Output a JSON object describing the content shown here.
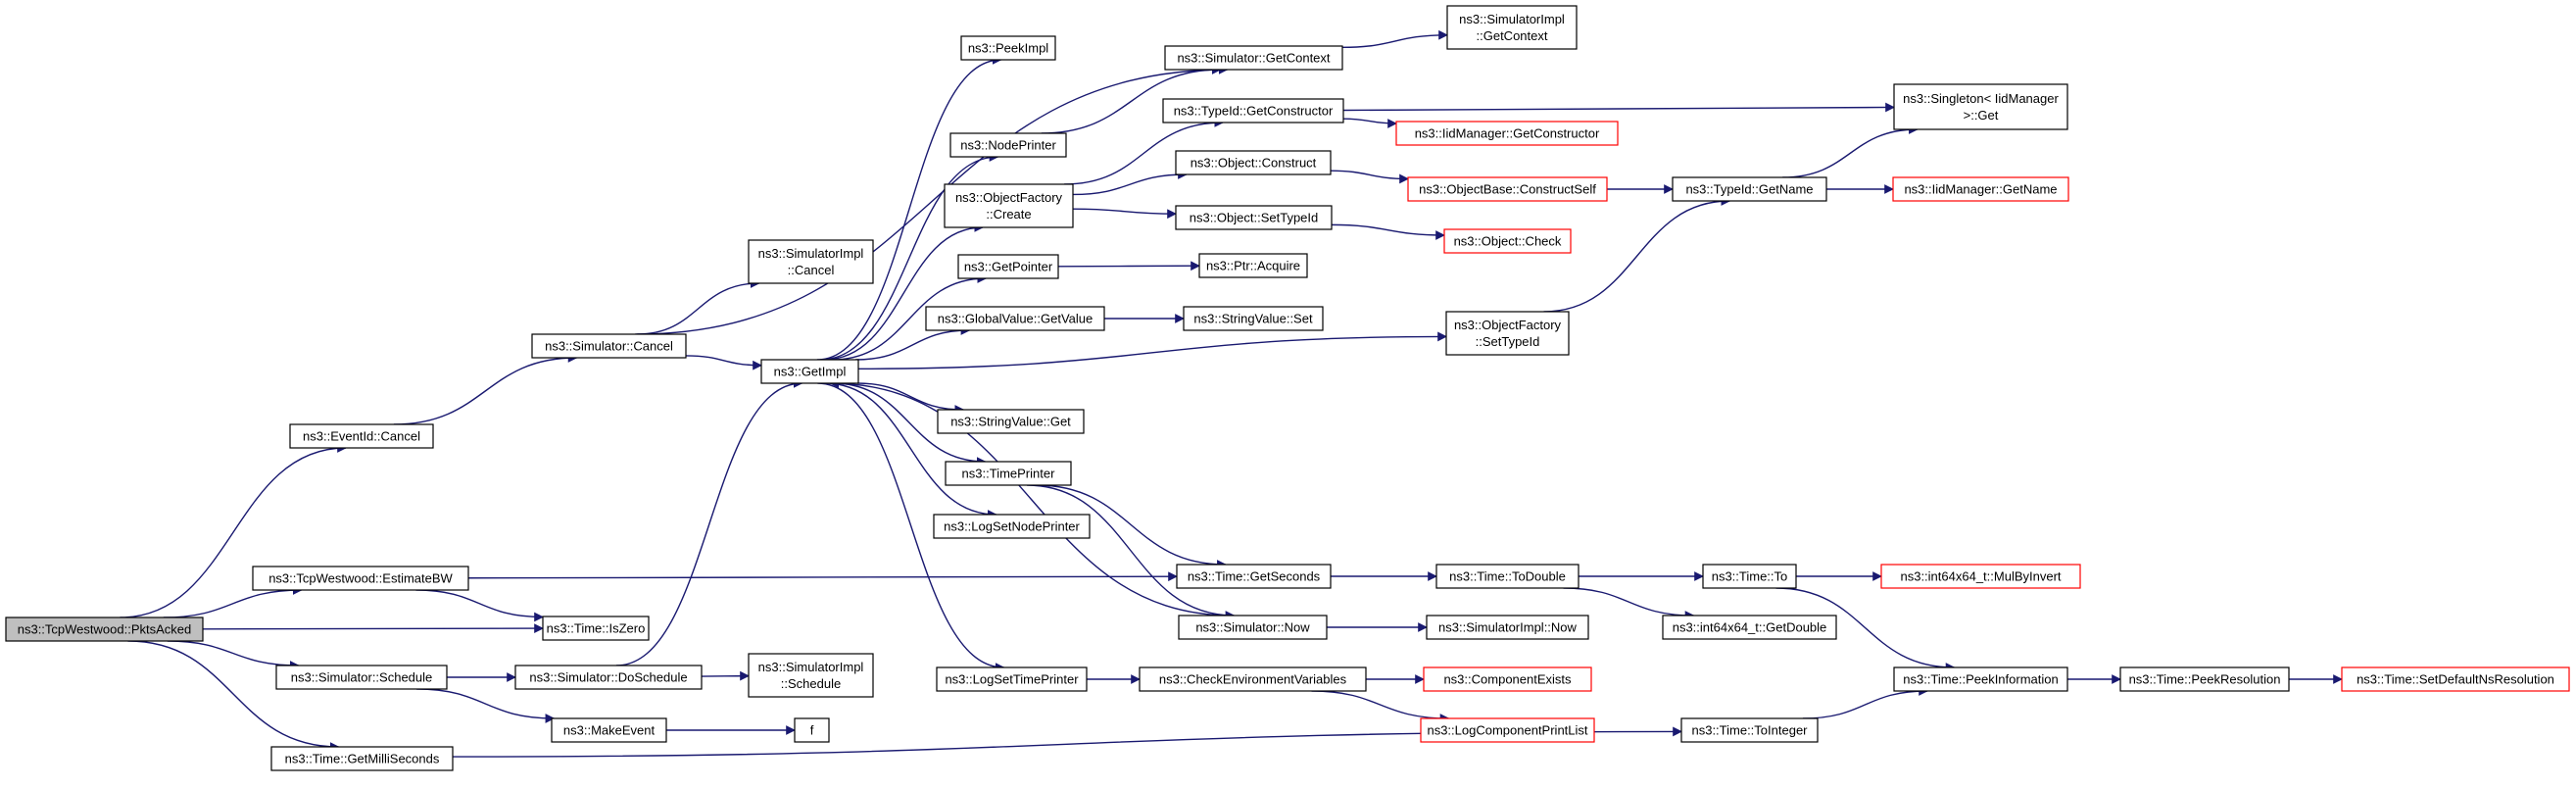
{
  "colors": {
    "edge": "#191970",
    "node_border": "#000000",
    "truncated_node_border": "#ff0000",
    "root_fill": "#bfbfbf"
  },
  "nodes": [
    {
      "id": "pktsacked",
      "lines": [
        "ns3::TcpWestwood::PktsAcked"
      ],
      "style": "root"
    },
    {
      "id": "eventid_cancel",
      "lines": [
        "ns3::EventId::Cancel"
      ]
    },
    {
      "id": "estimatebw",
      "lines": [
        "ns3::TcpWestwood::EstimateBW"
      ]
    },
    {
      "id": "sim_schedule",
      "lines": [
        "ns3::Simulator::Schedule"
      ]
    },
    {
      "id": "getmilliseconds",
      "lines": [
        "ns3::Time::GetMilliSeconds"
      ]
    },
    {
      "id": "sim_cancel",
      "lines": [
        "ns3::Simulator::Cancel"
      ]
    },
    {
      "id": "time_iszero",
      "lines": [
        "ns3::Time::IsZero"
      ]
    },
    {
      "id": "doschedule",
      "lines": [
        "ns3::Simulator::DoSchedule"
      ]
    },
    {
      "id": "makeevent",
      "lines": [
        "ns3::MakeEvent"
      ]
    },
    {
      "id": "impl_cancel",
      "lines": [
        "ns3::SimulatorImpl",
        "::Cancel"
      ]
    },
    {
      "id": "getimpl",
      "lines": [
        "ns3::GetImpl"
      ]
    },
    {
      "id": "impl_schedule",
      "lines": [
        "ns3::SimulatorImpl",
        "::Schedule"
      ]
    },
    {
      "id": "f",
      "lines": [
        "f"
      ]
    },
    {
      "id": "peekimpl",
      "lines": [
        "ns3::PeekImpl"
      ]
    },
    {
      "id": "nodeprinter",
      "lines": [
        "ns3::NodePrinter"
      ]
    },
    {
      "id": "of_create",
      "lines": [
        "ns3::ObjectFactory",
        "::Create"
      ]
    },
    {
      "id": "getpointer",
      "lines": [
        "ns3::GetPointer"
      ]
    },
    {
      "id": "gv_getvalue",
      "lines": [
        "ns3::GlobalValue::GetValue"
      ]
    },
    {
      "id": "sv_get",
      "lines": [
        "ns3::StringValue::Get"
      ]
    },
    {
      "id": "timeprinter",
      "lines": [
        "ns3::TimePrinter"
      ]
    },
    {
      "id": "logsetnodeprinter",
      "lines": [
        "ns3::LogSetNodePrinter"
      ]
    },
    {
      "id": "logsettimeprinter",
      "lines": [
        "ns3::LogSetTimePrinter"
      ]
    },
    {
      "id": "sim_getcontext",
      "lines": [
        "ns3::Simulator::GetContext"
      ]
    },
    {
      "id": "typeid_getconstructor",
      "lines": [
        "ns3::TypeId::GetConstructor"
      ]
    },
    {
      "id": "obj_construct",
      "lines": [
        "ns3::Object::Construct"
      ]
    },
    {
      "id": "obj_settypeid",
      "lines": [
        "ns3::Object::SetTypeId"
      ]
    },
    {
      "id": "ptr_acquire",
      "lines": [
        "ns3::Ptr::Acquire"
      ]
    },
    {
      "id": "sv_set",
      "lines": [
        "ns3::StringValue::Set"
      ]
    },
    {
      "id": "time_getseconds",
      "lines": [
        "ns3::Time::GetSeconds"
      ]
    },
    {
      "id": "sim_now",
      "lines": [
        "ns3::Simulator::Now"
      ]
    },
    {
      "id": "checkenv",
      "lines": [
        "ns3::CheckEnvironmentVariables"
      ]
    },
    {
      "id": "impl_getcontext",
      "lines": [
        "ns3::SimulatorImpl",
        "::GetContext"
      ]
    },
    {
      "id": "iidmgr_getconstructor",
      "lines": [
        "ns3::IidManager::GetConstructor"
      ],
      "style": "red"
    },
    {
      "id": "objbase_constructself",
      "lines": [
        "ns3::ObjectBase::ConstructSelf"
      ],
      "style": "red"
    },
    {
      "id": "obj_check",
      "lines": [
        "ns3::Object::Check"
      ],
      "style": "red"
    },
    {
      "id": "of_settypeid",
      "lines": [
        "ns3::ObjectFactory",
        "::SetTypeId"
      ]
    },
    {
      "id": "time_todouble",
      "lines": [
        "ns3::Time::ToDouble"
      ]
    },
    {
      "id": "impl_now",
      "lines": [
        "ns3::SimulatorImpl::Now"
      ]
    },
    {
      "id": "componentexists",
      "lines": [
        "ns3::ComponentExists"
      ],
      "style": "red"
    },
    {
      "id": "logcomponentprintlist",
      "lines": [
        "ns3::LogComponentPrintList"
      ],
      "style": "red"
    },
    {
      "id": "typeid_getname",
      "lines": [
        "ns3::TypeId::GetName"
      ]
    },
    {
      "id": "time_to",
      "lines": [
        "ns3::Time::To"
      ]
    },
    {
      "id": "int64_getdouble",
      "lines": [
        "ns3::int64x64_t::GetDouble"
      ]
    },
    {
      "id": "time_tointeger",
      "lines": [
        "ns3::Time::ToInteger"
      ]
    },
    {
      "id": "singleton_get",
      "lines": [
        "ns3::Singleton< IidManager",
        " >::Get"
      ]
    },
    {
      "id": "iidmgr_getname",
      "lines": [
        "ns3::IidManager::GetName"
      ],
      "style": "red"
    },
    {
      "id": "int64_mulbyinvert",
      "lines": [
        "ns3::int64x64_t::MulByInvert"
      ],
      "style": "red"
    },
    {
      "id": "time_peekinformation",
      "lines": [
        "ns3::Time::PeekInformation"
      ]
    },
    {
      "id": "time_peekresolution",
      "lines": [
        "ns3::Time::PeekResolution"
      ]
    },
    {
      "id": "time_setdefaultnsresolution",
      "lines": [
        "ns3::Time::SetDefaultNsResolution"
      ],
      "style": "red"
    }
  ],
  "edges": [
    [
      "pktsacked",
      "eventid_cancel"
    ],
    [
      "pktsacked",
      "estimatebw"
    ],
    [
      "pktsacked",
      "time_iszero"
    ],
    [
      "pktsacked",
      "sim_schedule"
    ],
    [
      "pktsacked",
      "getmilliseconds"
    ],
    [
      "eventid_cancel",
      "sim_cancel"
    ],
    [
      "estimatebw",
      "time_getseconds"
    ],
    [
      "estimatebw",
      "time_iszero"
    ],
    [
      "sim_schedule",
      "doschedule"
    ],
    [
      "sim_schedule",
      "makeevent"
    ],
    [
      "getmilliseconds",
      "time_tointeger"
    ],
    [
      "sim_cancel",
      "impl_cancel"
    ],
    [
      "sim_cancel",
      "getimpl"
    ],
    [
      "sim_cancel",
      "sim_getcontext"
    ],
    [
      "doschedule",
      "impl_schedule"
    ],
    [
      "doschedule",
      "getimpl"
    ],
    [
      "makeevent",
      "f"
    ],
    [
      "getimpl",
      "peekimpl"
    ],
    [
      "getimpl",
      "nodeprinter"
    ],
    [
      "getimpl",
      "of_create"
    ],
    [
      "getimpl",
      "getpointer"
    ],
    [
      "getimpl",
      "gv_getvalue"
    ],
    [
      "getimpl",
      "sv_get"
    ],
    [
      "getimpl",
      "timeprinter"
    ],
    [
      "getimpl",
      "logsetnodeprinter"
    ],
    [
      "getimpl",
      "logsettimeprinter"
    ],
    [
      "getimpl",
      "of_settypeid"
    ],
    [
      "nodeprinter",
      "sim_getcontext"
    ],
    [
      "of_create",
      "typeid_getconstructor"
    ],
    [
      "of_create",
      "obj_construct"
    ],
    [
      "of_create",
      "obj_settypeid"
    ],
    [
      "getpointer",
      "ptr_acquire"
    ],
    [
      "gv_getvalue",
      "sv_set"
    ],
    [
      "timeprinter",
      "time_getseconds"
    ],
    [
      "timeprinter",
      "sim_now"
    ],
    [
      "sim_now",
      "getimpl"
    ],
    [
      "sim_now",
      "impl_now"
    ],
    [
      "logsettimeprinter",
      "checkenv"
    ],
    [
      "sim_getcontext",
      "impl_getcontext"
    ],
    [
      "typeid_getconstructor",
      "iidmgr_getconstructor"
    ],
    [
      "typeid_getconstructor",
      "singleton_get"
    ],
    [
      "obj_construct",
      "objbase_constructself"
    ],
    [
      "obj_settypeid",
      "obj_check"
    ],
    [
      "of_settypeid",
      "typeid_getname"
    ],
    [
      "objbase_constructself",
      "typeid_getname"
    ],
    [
      "typeid_getname",
      "singleton_get"
    ],
    [
      "typeid_getname",
      "iidmgr_getname"
    ],
    [
      "time_getseconds",
      "time_todouble"
    ],
    [
      "checkenv",
      "componentexists"
    ],
    [
      "checkenv",
      "logcomponentprintlist"
    ],
    [
      "time_todouble",
      "time_to"
    ],
    [
      "time_todouble",
      "int64_getdouble"
    ],
    [
      "time_to",
      "int64_mulbyinvert"
    ],
    [
      "time_to",
      "time_peekinformation"
    ],
    [
      "time_tointeger",
      "time_peekinformation"
    ],
    [
      "time_peekinformation",
      "time_peekresolution"
    ],
    [
      "time_peekresolution",
      "time_setdefaultnsresolution"
    ]
  ]
}
